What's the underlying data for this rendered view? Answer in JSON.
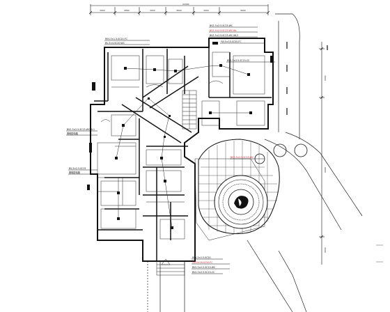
{
  "drawing": {
    "dimensions": {
      "top": [
        "3900",
        "2860",
        "3000",
        "3600",
        "3000",
        "3600"
      ],
      "total": "22000",
      "right": [
        "3900",
        "9900",
        "3600"
      ]
    },
    "annotations": [
      {
        "id": "a1",
        "text": "BV2-3×2.5-SC15-WC",
        "highlight": false
      },
      {
        "id": "a2",
        "text": "BV2-3×2.5-SC15-WC-WL",
        "highlight": true
      },
      {
        "id": "a3",
        "text": "BV2-3×2.5-SC15-WC-WL2",
        "highlight": false
      },
      {
        "id": "a4",
        "text": "RVV-3×1.5-SC20-FC",
        "highlight": false
      },
      {
        "id": "a5",
        "text": "BV-3×4-SC20-WC",
        "highlight": false
      },
      {
        "id": "a6",
        "text": "YJV-5×10-SC50-FC",
        "highlight": false
      },
      {
        "id": "a7",
        "text": "BV2-3×2.5-SC15-CC",
        "highlight": false
      },
      {
        "id": "a8",
        "text": "BV2-3×2.5-SC15-WC AL1",
        "highlight": false
      },
      {
        "id": "a9",
        "text": "照明配电箱",
        "highlight": false
      },
      {
        "id": "a10",
        "text": "BV-3×2.5-SC15",
        "highlight": false
      },
      {
        "id": "a11",
        "text": "BV2-3×2.5-SC15-WC",
        "highlight": true
      },
      {
        "id": "a12",
        "text": "RVV-3×1.5-SC20",
        "highlight": false
      },
      {
        "id": "a13",
        "text": "YJV-5×16-SC50-FC",
        "highlight": true
      },
      {
        "id": "a14",
        "text": "BV2-3×2.5-SC15-WC",
        "highlight": false
      }
    ],
    "colors": {
      "line": "#111111",
      "highlight": "#dd2233"
    }
  }
}
